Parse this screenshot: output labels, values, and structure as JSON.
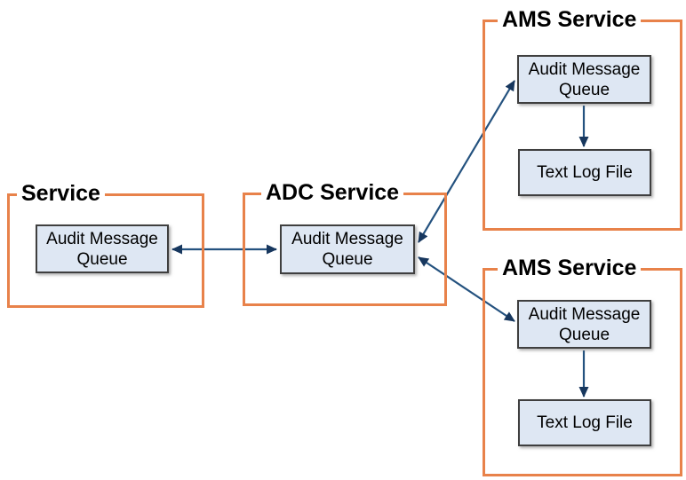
{
  "diagram": {
    "type": "flow",
    "description": "Audit message flow between services",
    "containers": [
      {
        "id": "service",
        "title": "Service",
        "nodes": [
          {
            "label": "Audit Message Queue"
          }
        ]
      },
      {
        "id": "adc",
        "title": "ADC Service",
        "nodes": [
          {
            "label": "Audit Message Queue"
          }
        ]
      },
      {
        "id": "ams_top",
        "title": "AMS Service",
        "nodes": [
          {
            "label": "Audit Message Queue"
          },
          {
            "label": "Text Log File"
          }
        ]
      },
      {
        "id": "ams_bottom",
        "title": "AMS Service",
        "nodes": [
          {
            "label": "Audit Message Queue"
          },
          {
            "label": "Text Log File"
          }
        ]
      }
    ],
    "connections": [
      {
        "from": "Service / Audit Message Queue",
        "to": "ADC Service / Audit Message Queue",
        "direction": "bidirectional"
      },
      {
        "from": "ADC Service / Audit Message Queue",
        "to": "AMS Service (top) / Audit Message Queue",
        "direction": "bidirectional"
      },
      {
        "from": "ADC Service / Audit Message Queue",
        "to": "AMS Service (bottom) / Audit Message Queue",
        "direction": "bidirectional"
      },
      {
        "from": "AMS Service (top) / Audit Message Queue",
        "to": "AMS Service (top) / Text Log File",
        "direction": "one-way"
      },
      {
        "from": "AMS Service (bottom) / Audit Message Queue",
        "to": "AMS Service (bottom) / Text Log File",
        "direction": "one-way"
      }
    ],
    "colors": {
      "container_border": "#E8824A",
      "node_fill": "#DEE7F3",
      "node_border": "#3F3F3F",
      "arrow_line": "#24527F",
      "arrow_head": "#17375E",
      "title_text": "#000000"
    }
  }
}
